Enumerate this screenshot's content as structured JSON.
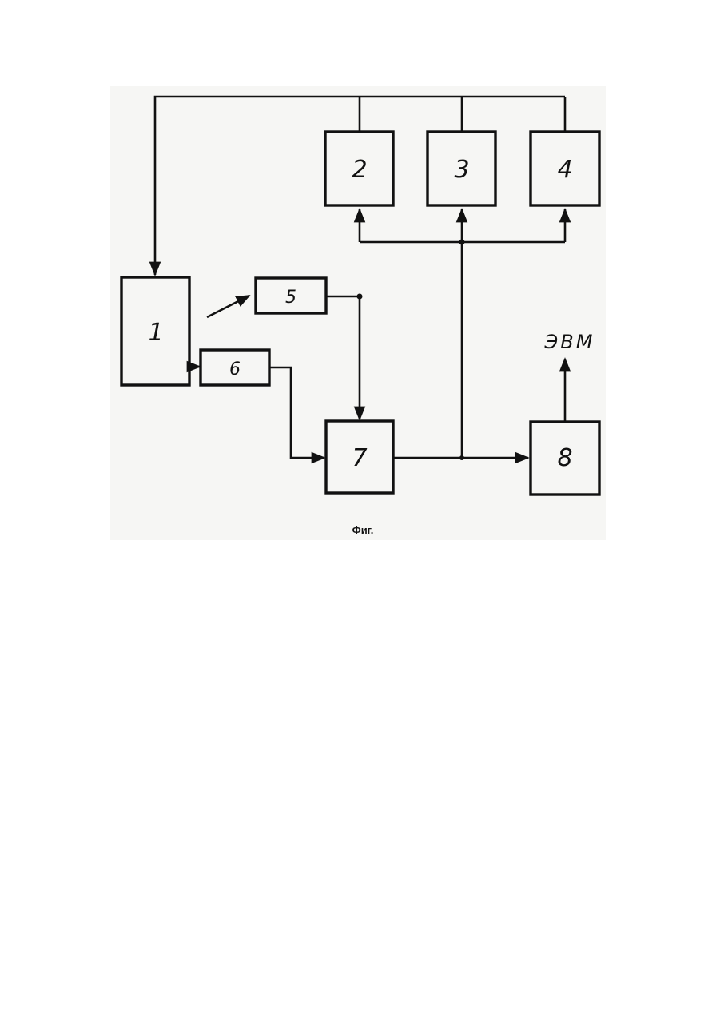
{
  "diagram": {
    "blocks": [
      {
        "id": "block-1",
        "label": "1"
      },
      {
        "id": "block-2",
        "label": "2"
      },
      {
        "id": "block-3",
        "label": "3"
      },
      {
        "id": "block-4",
        "label": "4"
      },
      {
        "id": "block-5",
        "label": "5"
      },
      {
        "id": "block-6",
        "label": "6"
      },
      {
        "id": "block-7",
        "label": "7"
      },
      {
        "id": "block-8",
        "label": "8"
      }
    ],
    "external_output_label": "ЭВМ",
    "connections": [
      {
        "from": "top-bus",
        "to": "block-1",
        "arrow": true
      },
      {
        "from": "block-2",
        "to": "top-bus",
        "arrow": false
      },
      {
        "from": "block-3",
        "to": "top-bus",
        "arrow": false
      },
      {
        "from": "block-4",
        "to": "top-bus",
        "arrow": false
      },
      {
        "from": "block-1",
        "to": "block-5",
        "arrow": true
      },
      {
        "from": "block-1",
        "to": "block-6",
        "arrow": true
      },
      {
        "from": "block-5",
        "to": "block-7",
        "arrow": true
      },
      {
        "from": "block-6",
        "to": "block-7",
        "arrow": true
      },
      {
        "from": "block-7",
        "to": "block-8",
        "arrow": true
      },
      {
        "from": "block-7",
        "to": "block-2",
        "arrow": true
      },
      {
        "from": "block-7",
        "to": "block-3",
        "arrow": true
      },
      {
        "from": "block-7",
        "to": "block-4",
        "arrow": true
      },
      {
        "from": "block-8",
        "to": "ЭВМ",
        "arrow": true
      }
    ]
  },
  "caption": "Фиг."
}
